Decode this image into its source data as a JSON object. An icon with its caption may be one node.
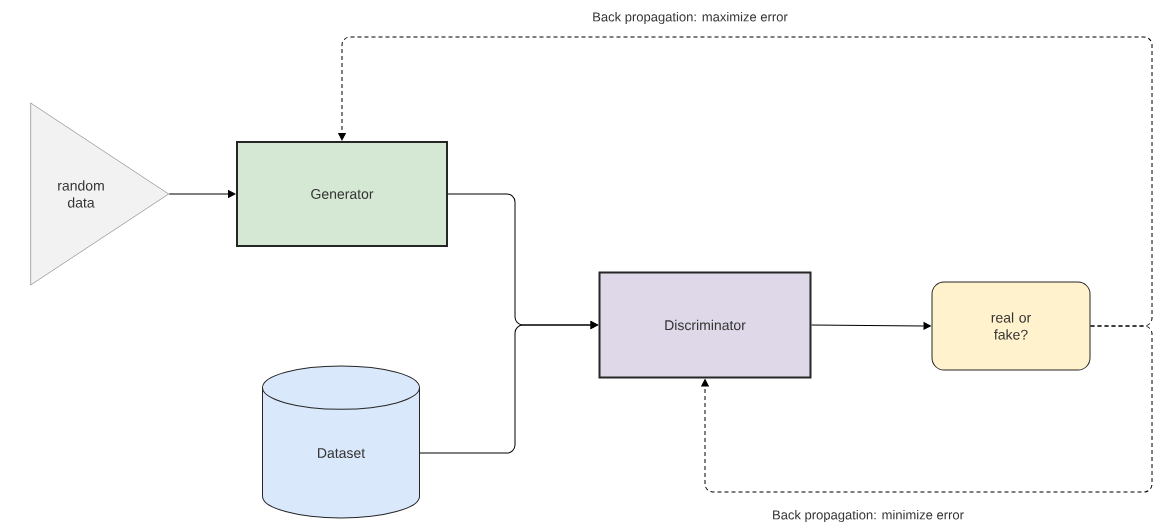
{
  "diagram": {
    "nodes": [
      {
        "text": [
          "random data"
        ]
      },
      {
        "text": [
          "Generator"
        ]
      },
      {
        "text": [
          "Dataset"
        ]
      },
      {
        "text": [
          "Discriminator"
        ]
      },
      {
        "text": [
          "real or fake?"
        ]
      }
    ],
    "edges": [
      {
        "from": 0,
        "to": 1,
        "arrow": "to"
      },
      {
        "from": 1,
        "to": 3,
        "arrow": "to"
      },
      {
        "from": 2,
        "to": 3,
        "arrow": "to"
      },
      {
        "from": 3,
        "to": 4,
        "arrow": "to"
      },
      {
        "from": 4,
        "to": 1,
        "arrow": "to",
        "style": "dashed",
        "label": "Back propagation: maximize error"
      },
      {
        "from": 4,
        "to": 3,
        "arrow": "to",
        "style": "dashed",
        "label": "Back propagation: minimize error"
      }
    ]
  }
}
